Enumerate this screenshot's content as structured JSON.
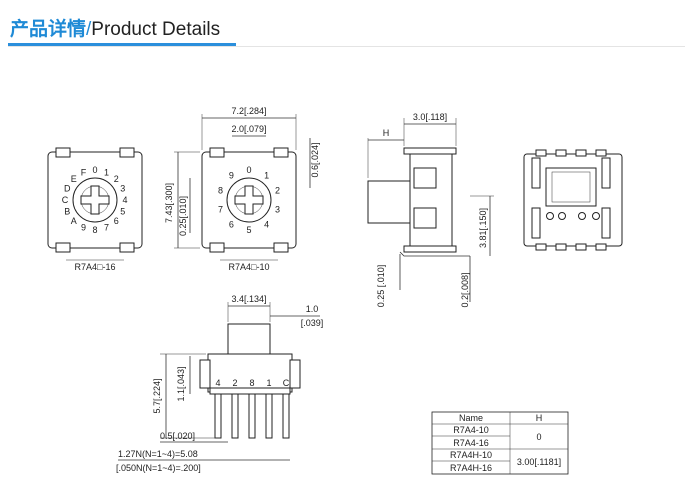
{
  "header": {
    "title_cn": "产品详情",
    "separator": "/",
    "title_en": "Product Details",
    "accent_color": "#1f8ad6"
  },
  "views": {
    "front_16": {
      "label": "R7A4□-16",
      "dial_digits": [
        "0",
        "1",
        "2",
        "3",
        "4",
        "5",
        "6",
        "7",
        "8",
        "9",
        "A",
        "B",
        "C",
        "D",
        "E",
        "F"
      ]
    },
    "front_10": {
      "label": "R7A4□-10",
      "dial_digits": [
        "0",
        "1",
        "2",
        "3",
        "4",
        "5",
        "6",
        "7",
        "8",
        "9"
      ],
      "dim_width": "7.2[.284]",
      "dim_pitch": "2.0[.079]",
      "dim_height": "7.43[.300]",
      "dim_offset_left": "0.25[.010]",
      "dim_offset_right": "0.6[.024]"
    },
    "side": {
      "dim_h": "H",
      "dim_depth": "3.0[.118]",
      "dim_height": "3.81[.150]",
      "dim_bottom_left": "0.25\n[.010]",
      "dim_bottom_right": "0.2[.008]"
    },
    "lower": {
      "dim_width": "3.4[.134]",
      "dim_right_top": "1.0",
      "dim_right_bottom": "[.039]",
      "dim_height": "5.7[.224]",
      "dim_inner": "1.1[.043]",
      "dim_pin": "0.5[.020]",
      "dim_pitch_mm": "1.27N(N=1~4)=5.08",
      "dim_pitch_in": "[.050N(N=1~4)=.200]",
      "pin_labels": [
        "4",
        "2",
        "8",
        "1",
        "C"
      ]
    }
  },
  "table": {
    "headers": [
      "Name",
      "H"
    ],
    "rows": [
      {
        "name": "R7A4-10"
      },
      {
        "name": "R7A4-16"
      },
      {
        "name": "R7A4H-10"
      },
      {
        "name": "R7A4H-16"
      }
    ],
    "h_values": [
      "0",
      "3.00[.1181]"
    ]
  }
}
